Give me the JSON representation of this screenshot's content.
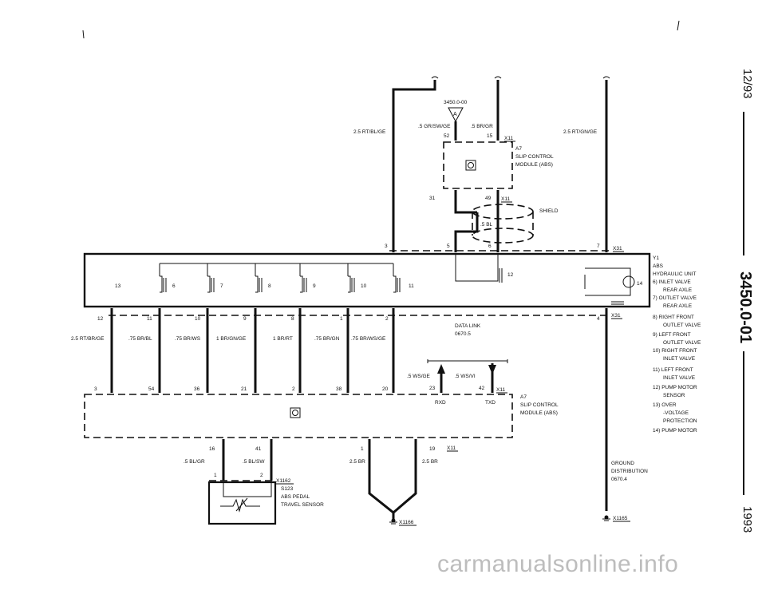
{
  "diagram": {
    "top_ref": "3450.0-00",
    "top_ref_letter": "A",
    "wire_rt_bl_ge": "2.5 RT/BL/GE",
    "wire_gr_sw_ge": ".5 GR/SW/GE",
    "wire_br_gr": ".5 BR/GR",
    "wire_rt_gn_ge": "2.5 RT/GN/GE",
    "pin_52": "52",
    "pin_15": "15",
    "conn_x11": "X11",
    "module_a7": "A7",
    "module_name_1": "SLIP CONTROL",
    "module_name_2": "MODULE (ABS)",
    "pin_31": "31",
    "pin_49": "49",
    "shield": "SHIELD",
    "shield_wire": ".5 BL",
    "pin_3": "3",
    "pin_5": "5",
    "pin_6": "6",
    "pin_7": "7",
    "conn_x31": "X31",
    "y1": "Y1",
    "abs": "ABS",
    "hydraulic_unit": "HYDRAULIC UNIT",
    "valve_labels": [
      "13",
      "6",
      "7",
      "8",
      "9",
      "10",
      "11",
      "12",
      "14"
    ],
    "legend": [
      "6)  INLET VALVE",
      "REAR AXLE",
      "7)  OUTLET VALVE",
      "REAR AXLE",
      "8)  RIGHT FRONT",
      "OUTLET VALVE",
      "9)  LEFT FRONT",
      "OUTLET VALVE",
      "10) RIGHT FRONT",
      "INLET VALVE",
      "11) LEFT FRONT",
      "INLET VALVE",
      "12) PUMP MOTOR",
      "SENSOR",
      "13) OVER",
      "-VOLTAGE",
      "PROTECTION",
      "14) PUMP MOTOR"
    ],
    "bottom_pins_top": [
      "12",
      "11",
      "10",
      "9",
      "8",
      "1",
      "2",
      "4"
    ],
    "wires_bottom": [
      "2.5 RT/BR/GE",
      ".75 BR/BL",
      ".75 BR/WS",
      "1 BR/GN/GE",
      "1 BR/RT",
      ".75 BR/GN",
      ".75 BR/WS/GE"
    ],
    "data_link": "DATA LINK",
    "data_link_ref": "0670.5",
    "wire_ws_ge": ".5 WS/GE",
    "wire_ws_vi": ".5 WS/VI",
    "module_pins": [
      "3",
      "54",
      "36",
      "21",
      "2",
      "38",
      "20",
      "23",
      "42"
    ],
    "rxd": "RXD",
    "txd": "TXD",
    "lower_pins": [
      "16",
      "41",
      "1",
      "19"
    ],
    "wire_bl_gr": ".5 BL/GR",
    "wire_bl_sw": ".5 BL/SW",
    "wire_br_l": "2.5 BR",
    "wire_br_r": "2.5 BR",
    "sensor_pin1": "1",
    "sensor_pin2": "2",
    "conn_x1162": "X1162",
    "s123": "S123",
    "s123_line1": "ABS PEDAL",
    "s123_line2": "TRAVEL SENSOR",
    "ground_x1166": "X1166",
    "ground_x1165": "X1165",
    "ground_dist_1": "GROUND",
    "ground_dist_2": "DISTRIBUTION",
    "ground_dist_3": "0670.4"
  },
  "side": {
    "date": "12/93",
    "code": "3450.0-01",
    "year": "1993"
  },
  "watermark": "carmanualsonline.info"
}
